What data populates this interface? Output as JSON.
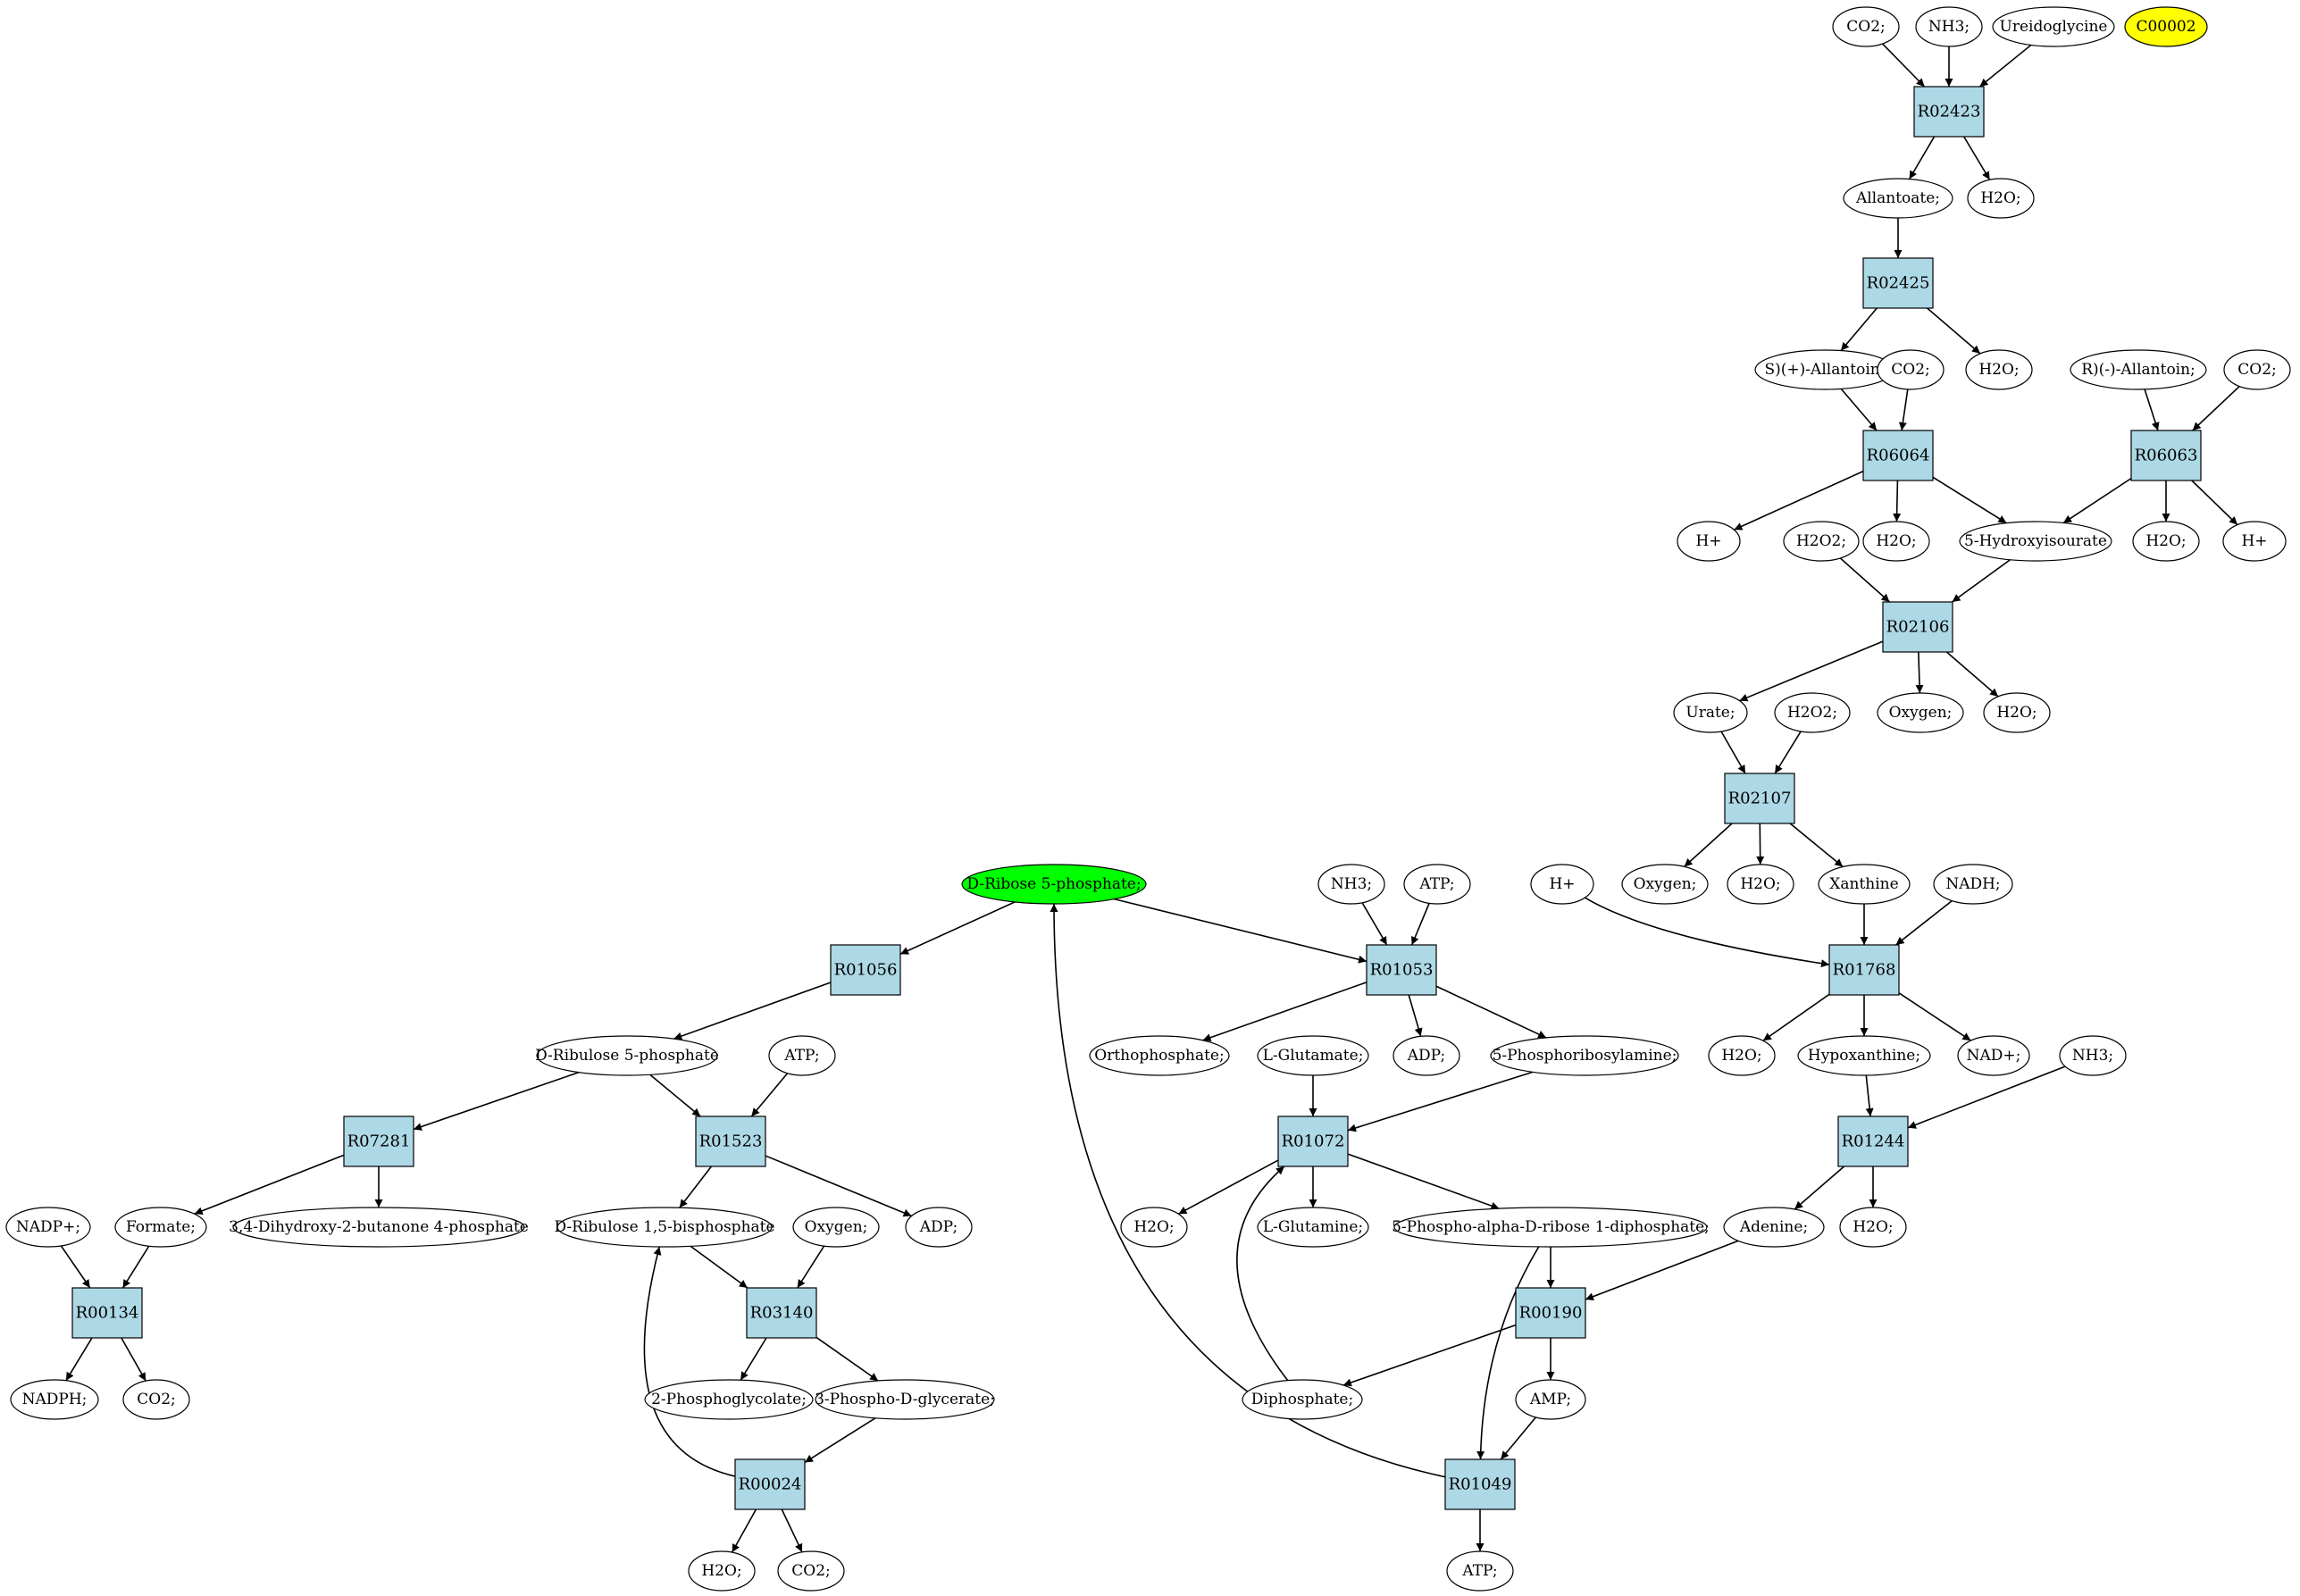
{
  "colors": {
    "reaction_fill": "#add8e6",
    "compound_fill": "#ffffff",
    "highlight_yellow": "#ffff00",
    "highlight_green": "#00ff00",
    "stroke": "#000000"
  },
  "nodes": [
    {
      "id": "c_co2_1",
      "kind": "compound",
      "label": "CO2;"
    },
    {
      "id": "c_nh3_1",
      "kind": "compound",
      "label": "NH3;"
    },
    {
      "id": "c_ureido",
      "kind": "compound",
      "label": "Ureidoglycine"
    },
    {
      "id": "c_c00002",
      "kind": "compound",
      "label": "C00002",
      "highlight": "yellow"
    },
    {
      "id": "R02423",
      "kind": "reaction",
      "label": "R02423"
    },
    {
      "id": "c_allantoate",
      "kind": "compound",
      "label": "Allantoate;"
    },
    {
      "id": "c_h2o_1",
      "kind": "compound",
      "label": "H2O;"
    },
    {
      "id": "R02425",
      "kind": "reaction",
      "label": "R02425"
    },
    {
      "id": "c_sallantoin",
      "kind": "compound",
      "label": "S)(+)-Allantoin;"
    },
    {
      "id": "c_co2_2",
      "kind": "compound",
      "label": "CO2;"
    },
    {
      "id": "c_h2o_2",
      "kind": "compound",
      "label": "H2O;"
    },
    {
      "id": "c_rallantoin",
      "kind": "compound",
      "label": "R)(-)-Allantoin;"
    },
    {
      "id": "c_co2_3",
      "kind": "compound",
      "label": "CO2;"
    },
    {
      "id": "R06064",
      "kind": "reaction",
      "label": "R06064"
    },
    {
      "id": "R06063",
      "kind": "reaction",
      "label": "R06063"
    },
    {
      "id": "c_hplus_1",
      "kind": "compound",
      "label": "H+"
    },
    {
      "id": "c_h2o2_1",
      "kind": "compound",
      "label": "H2O2;"
    },
    {
      "id": "c_h2o_3",
      "kind": "compound",
      "label": "H2O;"
    },
    {
      "id": "c_hydroxyisourate",
      "kind": "compound",
      "label": "5-Hydroxyisourate"
    },
    {
      "id": "c_h2o_4",
      "kind": "compound",
      "label": "H2O;"
    },
    {
      "id": "c_hplus_2",
      "kind": "compound",
      "label": "H+"
    },
    {
      "id": "R02106",
      "kind": "reaction",
      "label": "R02106"
    },
    {
      "id": "c_urate",
      "kind": "compound",
      "label": "Urate;"
    },
    {
      "id": "c_h2o2_2",
      "kind": "compound",
      "label": "H2O2;"
    },
    {
      "id": "c_oxygen_1",
      "kind": "compound",
      "label": "Oxygen;"
    },
    {
      "id": "c_h2o_5",
      "kind": "compound",
      "label": "H2O;"
    },
    {
      "id": "R02107",
      "kind": "reaction",
      "label": "R02107"
    },
    {
      "id": "c_ribose5p",
      "kind": "compound",
      "label": "D-Ribose 5-phosphate;",
      "highlight": "green"
    },
    {
      "id": "c_nh3_2",
      "kind": "compound",
      "label": "NH3;"
    },
    {
      "id": "c_atp_1",
      "kind": "compound",
      "label": "ATP;"
    },
    {
      "id": "c_hplus_3",
      "kind": "compound",
      "label": "H+"
    },
    {
      "id": "c_oxygen_2",
      "kind": "compound",
      "label": "Oxygen;"
    },
    {
      "id": "c_h2o_6",
      "kind": "compound",
      "label": "H2O;"
    },
    {
      "id": "c_xanthine",
      "kind": "compound",
      "label": "Xanthine"
    },
    {
      "id": "c_nadh",
      "kind": "compound",
      "label": "NADH;"
    },
    {
      "id": "R01056",
      "kind": "reaction",
      "label": "R01056"
    },
    {
      "id": "R01053",
      "kind": "reaction",
      "label": "R01053"
    },
    {
      "id": "R01768",
      "kind": "reaction",
      "label": "R01768"
    },
    {
      "id": "c_ribulose5p",
      "kind": "compound",
      "label": "D-Ribulose 5-phosphate"
    },
    {
      "id": "c_atp_2",
      "kind": "compound",
      "label": "ATP;"
    },
    {
      "id": "c_orthophosphate",
      "kind": "compound",
      "label": "Orthophosphate;"
    },
    {
      "id": "c_lglutamate",
      "kind": "compound",
      "label": "L-Glutamate;"
    },
    {
      "id": "c_adp_1",
      "kind": "compound",
      "label": "ADP;"
    },
    {
      "id": "c_phosphoribosylamine",
      "kind": "compound",
      "label": "5-Phosphoribosylamine;"
    },
    {
      "id": "c_h2o_7",
      "kind": "compound",
      "label": "H2O;"
    },
    {
      "id": "c_hypoxanthine",
      "kind": "compound",
      "label": "Hypoxanthine;"
    },
    {
      "id": "c_nadplus",
      "kind": "compound",
      "label": "NAD+;"
    },
    {
      "id": "c_nh3_3",
      "kind": "compound",
      "label": "NH3;"
    },
    {
      "id": "R07281",
      "kind": "reaction",
      "label": "R07281"
    },
    {
      "id": "R01523",
      "kind": "reaction",
      "label": "R01523"
    },
    {
      "id": "R01072",
      "kind": "reaction",
      "label": "R01072"
    },
    {
      "id": "R01244",
      "kind": "reaction",
      "label": "R01244"
    },
    {
      "id": "c_nadpplus",
      "kind": "compound",
      "label": "NADP+;"
    },
    {
      "id": "c_formate",
      "kind": "compound",
      "label": "Formate;"
    },
    {
      "id": "c_dihydroxybutanone",
      "kind": "compound",
      "label": "3,4-Dihydroxy-2-butanone 4-phosphate"
    },
    {
      "id": "c_ribulose15bp",
      "kind": "compound",
      "label": "D-Ribulose 1,5-bisphosphate"
    },
    {
      "id": "c_oxygen_3",
      "kind": "compound",
      "label": "Oxygen;"
    },
    {
      "id": "c_adp_2",
      "kind": "compound",
      "label": "ADP;"
    },
    {
      "id": "c_h2o_8",
      "kind": "compound",
      "label": "H2O;"
    },
    {
      "id": "c_lglutamine",
      "kind": "compound",
      "label": "L-Glutamine;"
    },
    {
      "id": "c_prpp",
      "kind": "compound",
      "label": "5-Phospho-alpha-D-ribose 1-diphosphate;"
    },
    {
      "id": "c_adenine",
      "kind": "compound",
      "label": "Adenine;"
    },
    {
      "id": "c_h2o_9",
      "kind": "compound",
      "label": "H2O;"
    },
    {
      "id": "R00134",
      "kind": "reaction",
      "label": "R00134"
    },
    {
      "id": "R03140",
      "kind": "reaction",
      "label": "R03140"
    },
    {
      "id": "R00190",
      "kind": "reaction",
      "label": "R00190"
    },
    {
      "id": "c_nadph",
      "kind": "compound",
      "label": "NADPH;"
    },
    {
      "id": "c_co2_4",
      "kind": "compound",
      "label": "CO2;"
    },
    {
      "id": "c_phosphoglycolate",
      "kind": "compound",
      "label": "2-Phosphoglycolate;"
    },
    {
      "id": "c_phosphoglycerate",
      "kind": "compound",
      "label": "3-Phospho-D-glycerate;"
    },
    {
      "id": "c_diphosphate",
      "kind": "compound",
      "label": "Diphosphate;"
    },
    {
      "id": "c_amp",
      "kind": "compound",
      "label": "AMP;"
    },
    {
      "id": "R00024",
      "kind": "reaction",
      "label": "R00024"
    },
    {
      "id": "R01049",
      "kind": "reaction",
      "label": "R01049"
    },
    {
      "id": "c_h2o_10",
      "kind": "compound",
      "label": "H2O;"
    },
    {
      "id": "c_co2_5",
      "kind": "compound",
      "label": "CO2;"
    },
    {
      "id": "c_atp_3",
      "kind": "compound",
      "label": "ATP;"
    }
  ],
  "edges": [
    {
      "from": "c_co2_1",
      "to": "R02423"
    },
    {
      "from": "c_nh3_1",
      "to": "R02423"
    },
    {
      "from": "c_ureido",
      "to": "R02423"
    },
    {
      "from": "R02423",
      "to": "c_allantoate"
    },
    {
      "from": "R02423",
      "to": "c_h2o_1"
    },
    {
      "from": "c_allantoate",
      "to": "R02425"
    },
    {
      "from": "R02425",
      "to": "c_sallantoin"
    },
    {
      "from": "R02425",
      "to": "c_h2o_2"
    },
    {
      "from": "c_sallantoin",
      "to": "R06064"
    },
    {
      "from": "c_co2_2",
      "to": "R06064"
    },
    {
      "from": "R06064",
      "to": "c_hplus_1"
    },
    {
      "from": "R06064",
      "to": "c_h2o_3"
    },
    {
      "from": "R06064",
      "to": "c_hydroxyisourate"
    },
    {
      "from": "c_rallantoin",
      "to": "R06063"
    },
    {
      "from": "c_co2_3",
      "to": "R06063"
    },
    {
      "from": "R06063",
      "to": "c_hydroxyisourate"
    },
    {
      "from": "R06063",
      "to": "c_h2o_4"
    },
    {
      "from": "R06063",
      "to": "c_hplus_2"
    },
    {
      "from": "c_h2o2_1",
      "to": "R02106"
    },
    {
      "from": "c_hydroxyisourate",
      "to": "R02106"
    },
    {
      "from": "R02106",
      "to": "c_urate"
    },
    {
      "from": "R02106",
      "to": "c_oxygen_1"
    },
    {
      "from": "R02106",
      "to": "c_h2o_5"
    },
    {
      "from": "c_urate",
      "to": "R02107"
    },
    {
      "from": "c_h2o2_2",
      "to": "R02107"
    },
    {
      "from": "R02107",
      "to": "c_oxygen_2"
    },
    {
      "from": "R02107",
      "to": "c_h2o_6"
    },
    {
      "from": "R02107",
      "to": "c_xanthine"
    },
    {
      "from": "c_hplus_3",
      "to": "R01768",
      "curve": true
    },
    {
      "from": "c_xanthine",
      "to": "R01768"
    },
    {
      "from": "c_nadh",
      "to": "R01768"
    },
    {
      "from": "R01768",
      "to": "c_h2o_7"
    },
    {
      "from": "R01768",
      "to": "c_hypoxanthine"
    },
    {
      "from": "R01768",
      "to": "c_nadplus"
    },
    {
      "from": "c_hypoxanthine",
      "to": "R01244"
    },
    {
      "from": "c_nh3_3",
      "to": "R01244"
    },
    {
      "from": "R01244",
      "to": "c_adenine"
    },
    {
      "from": "R01244",
      "to": "c_h2o_9"
    },
    {
      "from": "c_ribose5p",
      "to": "R01056"
    },
    {
      "from": "c_ribose5p",
      "to": "R01053"
    },
    {
      "from": "c_nh3_2",
      "to": "R01053"
    },
    {
      "from": "c_atp_1",
      "to": "R01053"
    },
    {
      "from": "R01053",
      "to": "c_orthophosphate"
    },
    {
      "from": "R01053",
      "to": "c_adp_1"
    },
    {
      "from": "R01053",
      "to": "c_phosphoribosylamine"
    },
    {
      "from": "R01056",
      "to": "c_ribulose5p"
    },
    {
      "from": "c_ribulose5p",
      "to": "R07281"
    },
    {
      "from": "c_ribulose5p",
      "to": "R01523"
    },
    {
      "from": "c_atp_2",
      "to": "R01523"
    },
    {
      "from": "R07281",
      "to": "c_formate"
    },
    {
      "from": "R07281",
      "to": "c_dihydroxybutanone"
    },
    {
      "from": "R01523",
      "to": "c_ribulose15bp"
    },
    {
      "from": "R01523",
      "to": "c_adp_2"
    },
    {
      "from": "c_nadpplus",
      "to": "R00134"
    },
    {
      "from": "c_formate",
      "to": "R00134"
    },
    {
      "from": "R00134",
      "to": "c_nadph"
    },
    {
      "from": "R00134",
      "to": "c_co2_4"
    },
    {
      "from": "c_ribulose15bp",
      "to": "R03140"
    },
    {
      "from": "c_oxygen_3",
      "to": "R03140"
    },
    {
      "from": "R03140",
      "to": "c_phosphoglycolate"
    },
    {
      "from": "R03140",
      "to": "c_phosphoglycerate"
    },
    {
      "from": "c_phosphoglycerate",
      "to": "R00024"
    },
    {
      "from": "R00024",
      "to": "c_ribulose15bp",
      "curve": true
    },
    {
      "from": "R00024",
      "to": "c_h2o_10"
    },
    {
      "from": "R00024",
      "to": "c_co2_5"
    },
    {
      "from": "c_lglutamate",
      "to": "R01072"
    },
    {
      "from": "c_phosphoribosylamine",
      "to": "R01072"
    },
    {
      "from": "R01072",
      "to": "c_h2o_8"
    },
    {
      "from": "R01072",
      "to": "c_lglutamine"
    },
    {
      "from": "R01072",
      "to": "c_prpp"
    },
    {
      "from": "c_prpp",
      "to": "R00190"
    },
    {
      "from": "c_adenine",
      "to": "R00190"
    },
    {
      "from": "R00190",
      "to": "c_diphosphate"
    },
    {
      "from": "R00190",
      "to": "c_amp"
    },
    {
      "from": "c_diphosphate",
      "to": "R01072",
      "curve": true
    },
    {
      "from": "c_prpp",
      "to": "R01049",
      "curve": true
    },
    {
      "from": "c_amp",
      "to": "R01049"
    },
    {
      "from": "R01049",
      "to": "c_atp_3"
    },
    {
      "from": "R01049",
      "to": "c_ribose5p",
      "curve": true
    }
  ]
}
